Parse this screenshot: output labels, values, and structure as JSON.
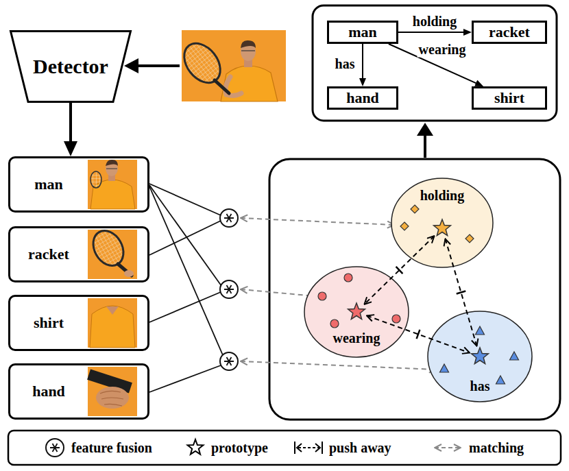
{
  "diagram": {
    "nodes": [
      {
        "text": [
          "Detector"
        ]
      },
      {
        "text": [
          "man"
        ]
      },
      {
        "text": [
          "racket"
        ]
      },
      {
        "text": [
          "hand"
        ]
      },
      {
        "text": [
          "shirt"
        ]
      },
      {
        "text": [
          "man"
        ]
      },
      {
        "text": [
          "racket"
        ]
      },
      {
        "text": [
          "shirt"
        ]
      },
      {
        "text": [
          "hand"
        ]
      },
      {
        "text": [
          "holding"
        ]
      },
      {
        "text": [
          "wearing"
        ]
      },
      {
        "text": [
          "has"
        ]
      }
    ],
    "edges": [
      {
        "from": 0,
        "to": 5,
        "arrow": "to"
      },
      {
        "from": 1,
        "to": 2,
        "label": "holding",
        "arrow": "to"
      },
      {
        "from": 1,
        "to": 3,
        "label": "has",
        "arrow": "to"
      },
      {
        "from": 1,
        "to": 4,
        "label": "wearing",
        "arrow": "to"
      },
      {
        "from": 9,
        "to": 10,
        "arrow": "both"
      },
      {
        "from": 9,
        "to": 11,
        "arrow": "both"
      },
      {
        "from": 10,
        "to": 11,
        "arrow": "both"
      }
    ],
    "legend": [
      {
        "text": "feature fusion"
      },
      {
        "text": "prototype"
      },
      {
        "text": "push away"
      },
      {
        "text": "matching"
      }
    ]
  }
}
